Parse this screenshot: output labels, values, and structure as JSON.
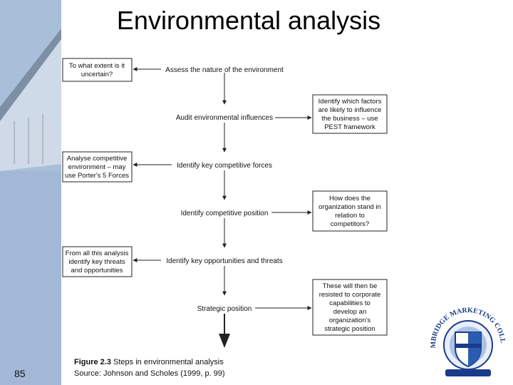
{
  "slide": {
    "title": "Environmental analysis",
    "page_number": "85"
  },
  "diagram": {
    "center_steps": [
      "Assess the nature of the environment",
      "Audit environmental influences",
      "Identify key competitive forces",
      "Identify competitive position",
      "Identify key opportunities and threats",
      "Strategic position"
    ],
    "left_boxes": [
      [
        "To what extent is it",
        "uncertain?"
      ],
      [
        "Analyse competitive",
        "environment – may",
        "use Porter's 5 Forces"
      ],
      [
        "From all this analysis",
        "identify key threats",
        "and opportunities"
      ]
    ],
    "right_boxes": [
      [
        "Identify which factors",
        "are likely to influence",
        "the business – use",
        "PEST framework"
      ],
      [
        "How does the",
        "organization stand in",
        "relation to",
        "competitors?"
      ],
      [
        "These will then be",
        "resisted to corporate",
        "capabilities to",
        "develop an",
        "organization's",
        "strategic position"
      ]
    ]
  },
  "caption": {
    "figure_label": "Figure 2.3",
    "figure_text": "Steps in environmental analysis",
    "source": "Source: Johnson and Scholes (1999, p. 99)"
  },
  "logo": {
    "name": "college-crest",
    "text": "CAMBRIDGE MARKETING COLLEGE",
    "colors": {
      "ring": "#1a3a8a",
      "shield": "#2a5db0"
    }
  }
}
